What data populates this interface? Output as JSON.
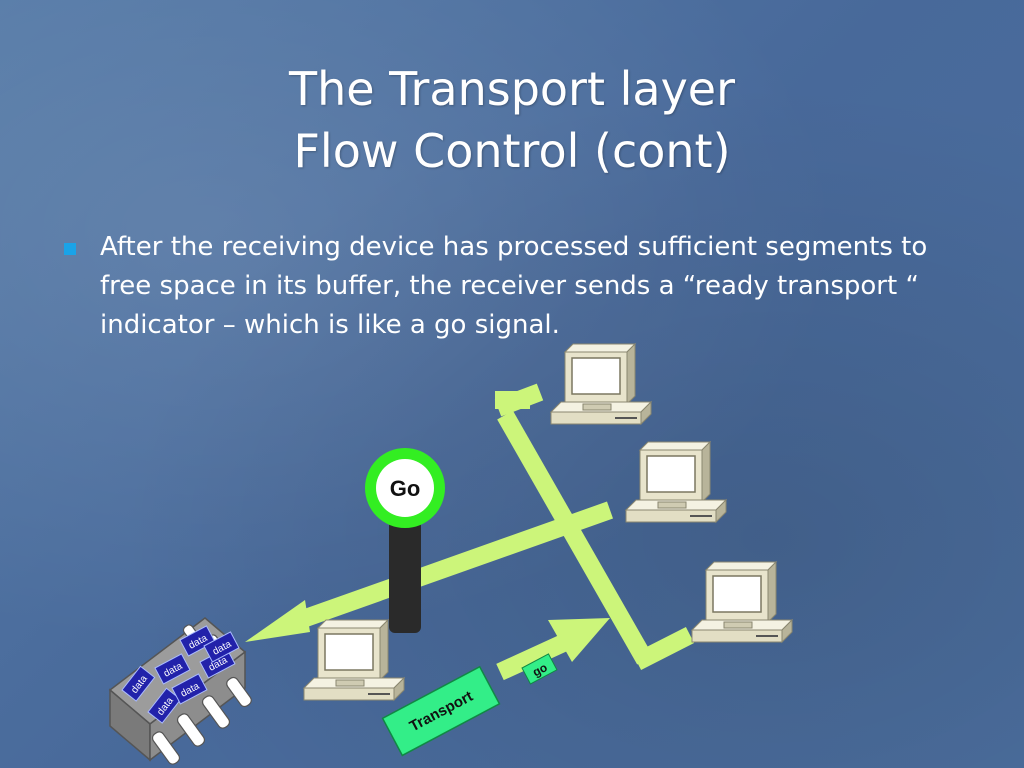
{
  "slide": {
    "title_line1": "The Transport layer",
    "title_line2": "Flow Control (cont)",
    "bullet": "After the receiving device has processed sufficient segments to free space in its buffer, the receiver sends a “ready transport “ indicator – which is like a go signal."
  },
  "diagram": {
    "signal_label": "Go",
    "message_label": "Transport",
    "go_tag_label": "go",
    "buffer_packet_label": "data",
    "colors": {
      "link": "#ccf57a",
      "signal_ring": "#33ee22",
      "signal_pole": "#2a2a2a",
      "message_box": "#33ee88",
      "packet": "#2222aa",
      "computer": "#e8e4cc"
    },
    "icons": [
      "computer-icon",
      "buffer-chip-icon",
      "go-signal-icon"
    ]
  }
}
